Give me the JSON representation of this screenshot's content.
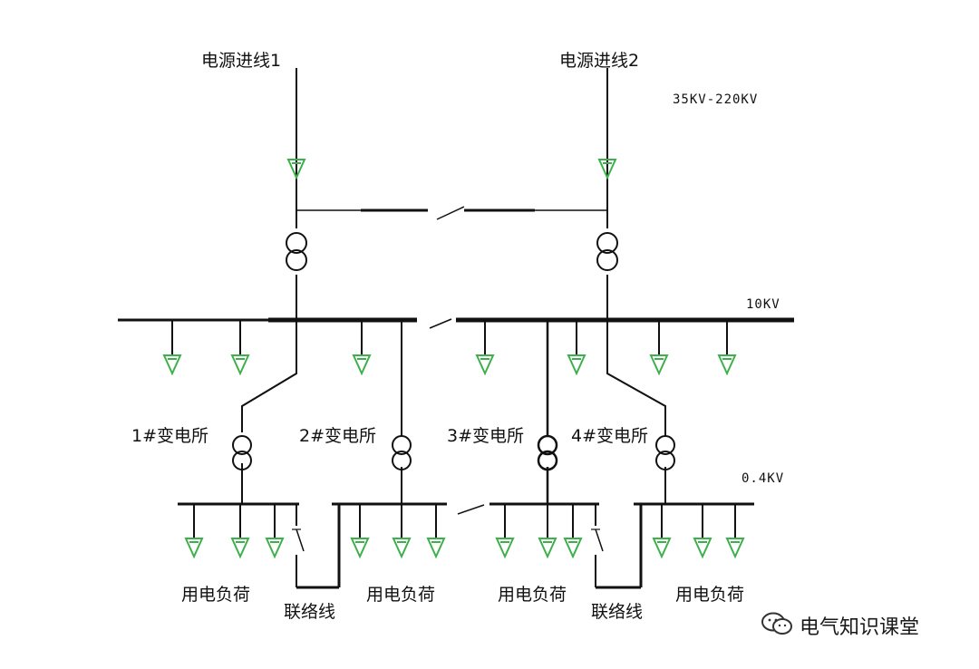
{
  "labels": {
    "feeder1": "电源进线1",
    "feeder2": "电源进线2",
    "hv_level": "35KV-220KV",
    "mv_level": "10KV",
    "lv_level": "0.4KV",
    "sub1": "1#变电所",
    "sub2": "2#变电所",
    "sub3": "3#变电所",
    "sub4": "4#变电所",
    "load1": "用电负荷",
    "load2": "用电负荷",
    "load3": "用电负荷",
    "load4": "用电负荷",
    "tie1": "联络线",
    "tie2": "联络线"
  },
  "watermark": {
    "text": "电气知识课堂",
    "icon": "wechat-icon"
  },
  "colors": {
    "line": "#111111",
    "load_arrow": "#3cb04a",
    "background": "#ffffff"
  }
}
